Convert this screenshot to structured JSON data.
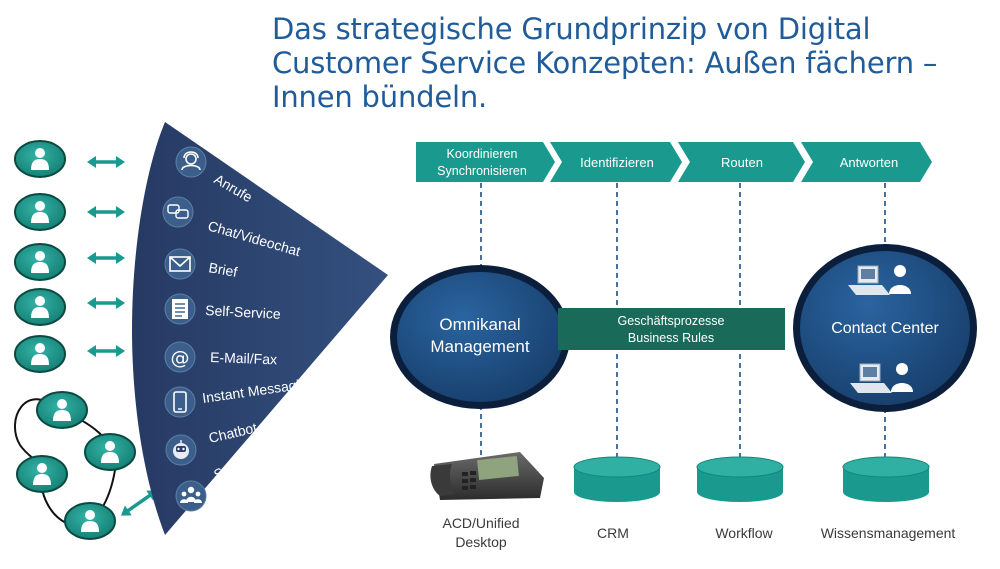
{
  "title": {
    "lines": [
      "Das strategische Grundprinzip von Digital",
      "Customer Service Konzepten:  Außen fächern –",
      "Innen bündeln."
    ]
  },
  "channels": [
    {
      "label": "Anrufe",
      "icon": "headset-icon"
    },
    {
      "label": "Chat/Videochat",
      "icon": "chat-bubbles-icon"
    },
    {
      "label": "Brief",
      "icon": "envelope-icon"
    },
    {
      "label": "Self-Service",
      "icon": "document-icon"
    },
    {
      "label": "E-Mail/Fax",
      "icon": "at-sign-icon"
    },
    {
      "label": "Instant Messaging",
      "icon": "smartphone-icon"
    },
    {
      "label": "Chatbot",
      "icon": "robot-icon"
    },
    {
      "label": "Social Media",
      "icon": "people-group-icon"
    }
  ],
  "process_steps": [
    {
      "line1": "Koordinieren",
      "line2": "Synchronisieren"
    },
    {
      "line1": "Identifizieren",
      "line2": ""
    },
    {
      "line1": "Routen",
      "line2": ""
    },
    {
      "line1": "Antworten",
      "line2": ""
    }
  ],
  "omnichannel": {
    "line1": "Omnikanal",
    "line2": "Management"
  },
  "business_rules": {
    "line1": "Geschäftsprozesse",
    "line2": "Business Rules"
  },
  "contact_center": {
    "label": "Contact Center"
  },
  "systems": [
    {
      "line1": "ACD/Unified",
      "line2": "Desktop",
      "icon": "desk-phone-icon"
    },
    {
      "line1": "CRM",
      "line2": "",
      "icon": "database-icon"
    },
    {
      "line1": "Workflow",
      "line2": "",
      "icon": "database-icon"
    },
    {
      "line1": "Wissensmanagement",
      "line2": "",
      "icon": "database-icon"
    }
  ],
  "colors": {
    "title": "#1f5c99",
    "teal": "#1a9a8e",
    "navy": "#2b3f6a",
    "dark_green": "#1a6a5a",
    "oval_blue": "#1f4e82",
    "dashed_line": "#1f4e82"
  }
}
